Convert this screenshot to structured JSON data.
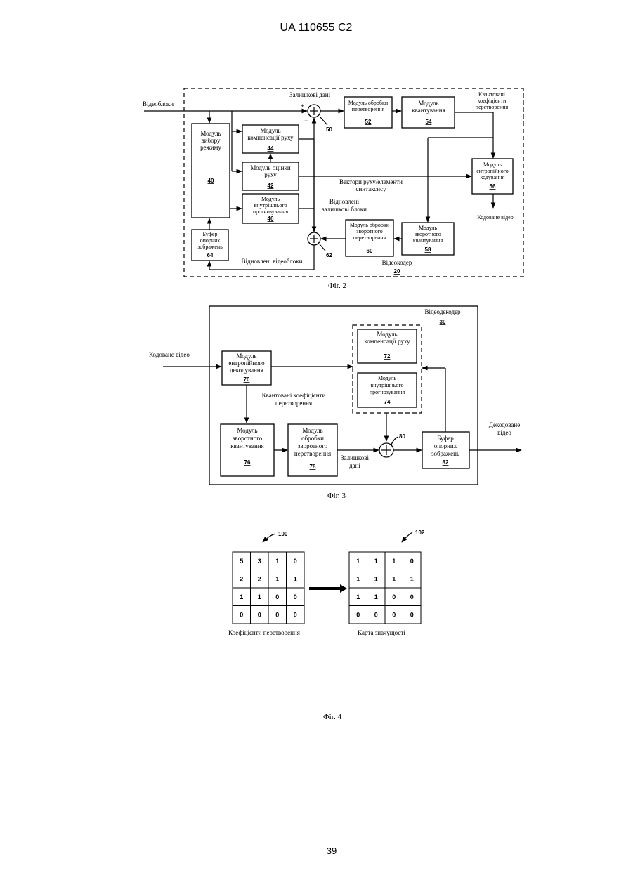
{
  "header": {
    "doc_id": "UA   110655   C2"
  },
  "fig2": {
    "caption": "Фіг. 2",
    "input_label": "Відеоблоки",
    "residual_label": "Залишкові дані",
    "plus": "+",
    "minus": "−",
    "sum_top_num": "50",
    "sum_bottom_num": "62",
    "mode_select": {
      "l1": "Модуль",
      "l2": "вибору",
      "l3": "режиму",
      "num": "40"
    },
    "motion_comp": {
      "l1": "Модуль",
      "l2": "компенсації руху",
      "num": "44"
    },
    "motion_est": {
      "l1": "Модуль оцінки",
      "l2": "руху",
      "num": "42"
    },
    "intra_pred": {
      "l1": "Модуль",
      "l2": "внутрішнього",
      "l3": "прогнозування",
      "num": "46"
    },
    "ref_buffer": {
      "l1": "Буфер",
      "l2": "опорних",
      "l3": "зображень",
      "num": "64"
    },
    "transform": {
      "l1": "Модуль обробки",
      "l2": "перетворення",
      "num": "52"
    },
    "quant": {
      "l1": "Модуль",
      "l2": "квантування",
      "num": "54"
    },
    "quant_coef_label": {
      "l1": "Квантовані",
      "l2": "коефіцієнти",
      "l3": "перетворення"
    },
    "entropy": {
      "l1": "Модуль",
      "l2": "ентропійного",
      "l3": "кодування",
      "num": "56"
    },
    "mv_label": {
      "l1": "Вектори руху/елементи",
      "l2": "синтаксису"
    },
    "recon_resid_label": {
      "l1": "Відновлені",
      "l2": "залишкові блоки"
    },
    "inv_transform": {
      "l1": "Модуль обробки",
      "l2": "зворотного",
      "l3": "перетворення",
      "num": "60"
    },
    "inv_quant": {
      "l1": "Модуль",
      "l2": "зворотного",
      "l3": "квантування",
      "num": "58"
    },
    "encoded_out": "Кодоване відео",
    "recon_blocks_label": "Відновлені відеоблоки",
    "encoder_label": "Відеокодер",
    "encoder_num": "20"
  },
  "fig3": {
    "caption": "Фіг. 3",
    "decoder_label": "Відеодекодер",
    "decoder_num": "30",
    "input_label": "Кодоване відео",
    "entropy_dec": {
      "l1": "Модуль",
      "l2": "ентропійного",
      "l3": "декодування",
      "num": "70"
    },
    "quant_coef_label": {
      "l1": "Квантовані коефіцієнти",
      "l2": "перетворення"
    },
    "motion_comp": {
      "l1": "Модуль",
      "l2": "компенсації руху",
      "num": "72"
    },
    "intra_pred": {
      "l1": "Модуль",
      "l2": "внутрішнього",
      "l3": "прогнозування",
      "num": "74"
    },
    "inv_quant": {
      "l1": "Модуль",
      "l2": "зворотного",
      "l3": "квантування",
      "num": "76"
    },
    "inv_transform": {
      "l1": "Модуль",
      "l2": "обробки",
      "l3": "зворотного",
      "l4": "перетворення",
      "num": "78"
    },
    "residual_label": {
      "l1": "Залишкові",
      "l2": "дані"
    },
    "sum_num": "80",
    "ref_buffer": {
      "l1": "Буфер",
      "l2": "опорних",
      "l3": "зображень",
      "num": "82"
    },
    "output_label": {
      "l1": "Декодоване",
      "l2": "відео"
    }
  },
  "fig4": {
    "caption": "Фіг. 4",
    "left_ref": "100",
    "right_ref": "102",
    "left_label": "Коефіцієнти перетворення",
    "right_label": "Карта значущості",
    "left_grid": [
      [
        "5",
        "3",
        "1",
        "0"
      ],
      [
        "2",
        "2",
        "1",
        "1"
      ],
      [
        "1",
        "1",
        "0",
        "0"
      ],
      [
        "0",
        "0",
        "0",
        "0"
      ]
    ],
    "right_grid": [
      [
        "1",
        "1",
        "1",
        "0"
      ],
      [
        "1",
        "1",
        "1",
        "1"
      ],
      [
        "1",
        "1",
        "0",
        "0"
      ],
      [
        "0",
        "0",
        "0",
        "0"
      ]
    ]
  },
  "footer": {
    "page_number": "39"
  }
}
